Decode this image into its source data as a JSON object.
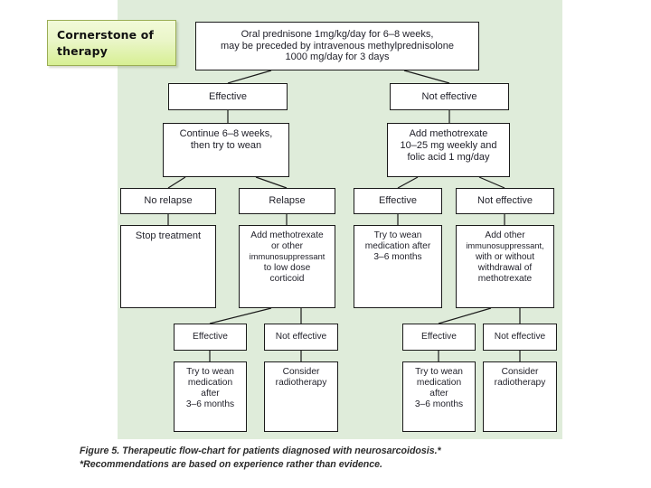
{
  "slide": {
    "panel_color": "#dfecda",
    "background_color": "#ffffff"
  },
  "callout": {
    "name": "cornerstone-callout",
    "line1": "Cornerstone of",
    "line2": "therapy",
    "fill_top": "#f2fad9",
    "fill_bottom": "#d7ef93",
    "border_color": "#9aad54"
  },
  "flowchart": {
    "title": "Therapeutic flow-chart for neurosarcoidosis",
    "nodes": {
      "start": "Oral prednisone 1mg/kg/day for 6–8 weeks,\nmay be preceded by intravenous methylprednisolone\n1000 mg/day for 3 days",
      "start_l1": "Oral prednisone 1mg/kg/day for 6–8 weeks,",
      "start_l2": "may be preceded by intravenous methylprednisolone",
      "start_l3": "1000 mg/day for 3 days",
      "effective_1": "Effective",
      "not_effective_1": "Not effective",
      "continue_wean_l1": "Continue 6–8 weeks,",
      "continue_wean_l2": "then try to wean",
      "add_mtx_l1": "Add methotrexate",
      "add_mtx_l2": "10–25 mg weekly and",
      "add_mtx_l3": "folic acid 1 mg/day",
      "no_relapse": "No relapse",
      "relapse": "Relapse",
      "effective_2": "Effective",
      "not_effective_2": "Not effective",
      "stop_treatment": "Stop treatment",
      "add_mtx_other_l1": "Add methotrexate",
      "add_mtx_other_l2": "or other",
      "add_mtx_other_l3": "immunosuppressant",
      "add_mtx_other_l4": "to low dose",
      "add_mtx_other_l5": "corticoid",
      "wean_a_l1": "Try to wean",
      "wean_a_l2": "medication after",
      "wean_a_l3": "3–6 months",
      "add_other_l1": "Add other",
      "add_other_l2": "immunosuppressant,",
      "add_other_l3": "with or without",
      "add_other_l4": "withdrawal of",
      "add_other_l5": "methotrexate",
      "effective_3": "Effective",
      "not_effective_3": "Not effective",
      "effective_4": "Effective",
      "not_effective_4": "Not effective",
      "wean_b_l1": "Try to wean",
      "wean_b_l2": "medication",
      "wean_b_l3": "after",
      "wean_b_l4": "3–6 months",
      "radio_b_l1": "Consider",
      "radio_b_l2": "radiotherapy",
      "wean_c_l1": "Try to wean",
      "wean_c_l2": "medication",
      "wean_c_l3": "after",
      "wean_c_l4": "3–6 months",
      "radio_c_l1": "Consider",
      "radio_c_l2": "radiotherapy"
    }
  },
  "caption": {
    "line1": "Figure 5. Therapeutic flow-chart for patients diagnosed with neurosarcoidosis.*",
    "line2": "*Recommendations are based on experience rather than evidence."
  }
}
